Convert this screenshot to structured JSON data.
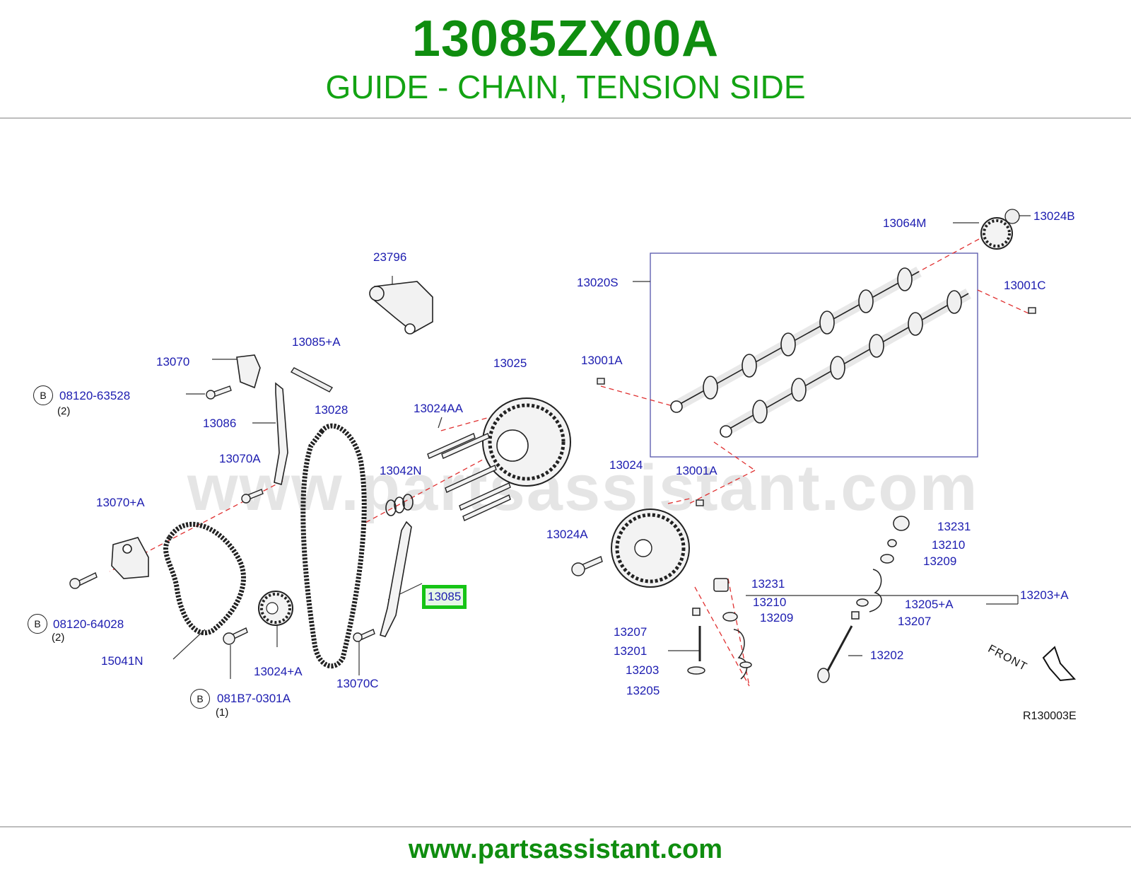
{
  "header": {
    "part_number": "13085ZX00A",
    "part_name": "GUIDE - CHAIN, TENSION SIDE"
  },
  "footer": {
    "url": "www.partsassistant.com"
  },
  "diagram": {
    "watermark": "www.partsassistant.com",
    "reference_code": "R130003E",
    "front_label": "FRONT",
    "highlighted_part": "13085",
    "labels": {
      "p23796": "23796",
      "p13085A": "13085+A",
      "p13070": "13070",
      "p13025": "13025",
      "p13001A_top": "13001A",
      "p13020S": "13020S",
      "p13064M": "13064M",
      "p13024B": "13024B",
      "p13001C": "13001C",
      "p08120_63528": "08120-63528",
      "p13086": "13086",
      "p13028": "13028",
      "p13024AA": "13024AA",
      "p13070A": "13070A",
      "p13042N": "13042N",
      "p13024": "13024",
      "p13001A_mid": "13001A",
      "p13070A_plus": "13070+A",
      "p13024A": "13024A",
      "p13231_r": "13231",
      "p13210_r": "13210",
      "p13209_r": "13209",
      "p13203A": "13203+A",
      "p13205A": "13205+A",
      "p13207_r": "13207",
      "p13202": "13202",
      "p13231_l": "13231",
      "p13210_l": "13210",
      "p13209_l": "13209",
      "p13207_l": "13207",
      "p13201": "13201",
      "p13203": "13203",
      "p13205": "13205",
      "p08120_64028": "08120-64028",
      "p15041N": "15041N",
      "p13024A_plus": "13024+A",
      "p13070C": "13070C",
      "p081B7": "081B7-0301A"
    },
    "quantities": {
      "q1": "(2)",
      "q2": "(2)",
      "q3": "(1)"
    },
    "badge": "B"
  },
  "colors": {
    "title_green": "#0f8d0f",
    "label_blue": "#1c1cb0",
    "highlight": "#16c416",
    "leader_red": "#e03030"
  }
}
